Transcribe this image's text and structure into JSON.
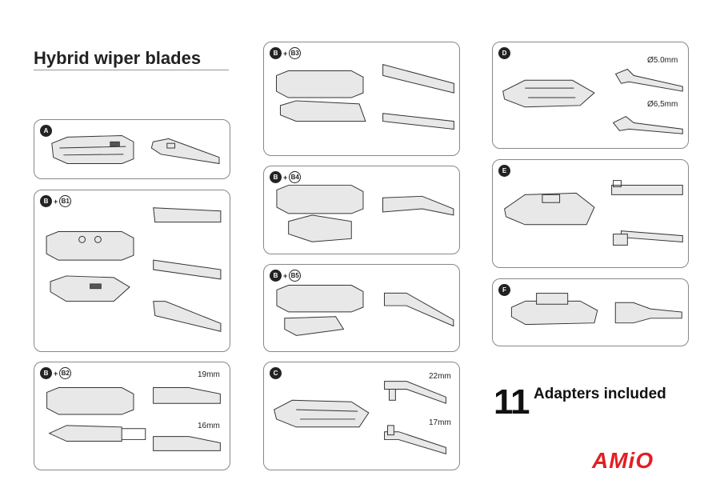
{
  "header": {
    "title": "Hybrid wiper blades"
  },
  "panels": {
    "A": {
      "badge1": "A"
    },
    "B1": {
      "badge1": "B",
      "badge2": "B1"
    },
    "B2": {
      "badge1": "B",
      "badge2": "B2",
      "dim1": "19mm",
      "dim2": "16mm"
    },
    "B3": {
      "badge1": "B",
      "badge2": "B3"
    },
    "B4": {
      "badge1": "B",
      "badge2": "B4"
    },
    "B5": {
      "badge1": "B",
      "badge2": "B5"
    },
    "C": {
      "badge1": "C",
      "dim1": "22mm",
      "dim2": "17mm"
    },
    "D": {
      "badge1": "D",
      "dim1": "Ø5.0mm",
      "dim2": "Ø6,5mm"
    },
    "E": {
      "badge1": "E"
    },
    "F": {
      "badge1": "F"
    }
  },
  "footer": {
    "count": "11",
    "count_label": "Adapters included",
    "brand": "AMiO",
    "brand_color": "#e31e24"
  }
}
